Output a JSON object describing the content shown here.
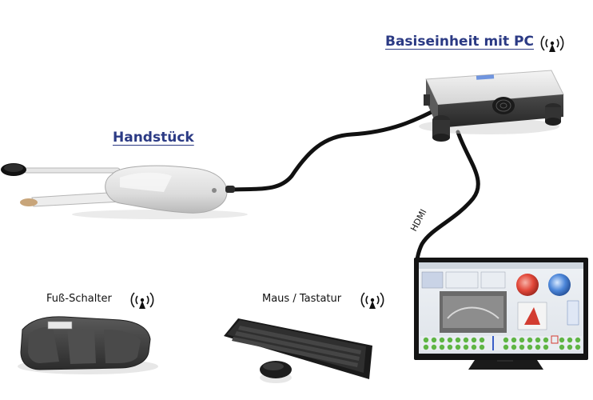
{
  "labels": {
    "base_unit": "Basiseinheit mit PC",
    "handpiece": "Handstück",
    "hdmi": "HDMI",
    "foot_switch": "Fuß-Schalter",
    "mouse_keyboard": "Maus / Tastatur"
  },
  "icons": {
    "wireless": "wireless-signal-icon"
  },
  "colors": {
    "title_text": "#2b3a84",
    "cable": "#111111",
    "device_body": "#e4e4e4",
    "base_unit_body": "#3a3a3a"
  }
}
